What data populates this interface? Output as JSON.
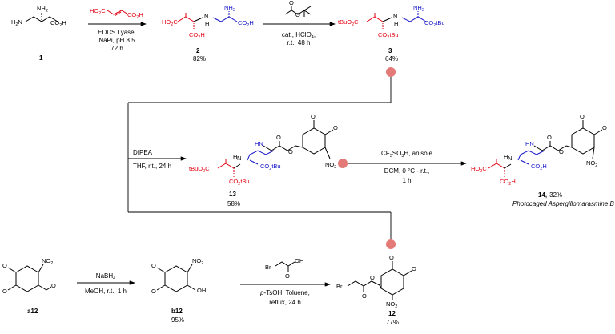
{
  "colors": {
    "red_fragment": "#e2000f",
    "blue_fragment": "#1515c8",
    "node": "#e47a78",
    "line": "#000000"
  },
  "compounds": {
    "c1": {
      "label": "1",
      "yield": ""
    },
    "c2": {
      "label": "2",
      "yield": "82%"
    },
    "c3": {
      "label": "3",
      "yield": "64%"
    },
    "c13": {
      "label": "13",
      "yield": "58%"
    },
    "c14": {
      "label": "14,",
      "yield": "32%",
      "name": "Photocaged Aspergillomarasmine  B"
    },
    "a12": {
      "label": "a12",
      "yield": ""
    },
    "b12": {
      "label": "b12",
      "yield": "95%"
    },
    "c12": {
      "label": "12",
      "yield": "77%"
    }
  },
  "conditions": {
    "step1": {
      "line1": "EDDS Lyase,",
      "line2": "NaPi, pH 8.5",
      "line3": "72 h"
    },
    "step2": {
      "line1": "cat., HClO",
      "line1_sub": "4",
      "line1_end": ",",
      "line2": "r.t., 48 h"
    },
    "step3": {
      "line1": "DIPEA",
      "line2": "THF, r.t., 24 h"
    },
    "step4": {
      "line1a": "CF",
      "line1b": "3",
      "line1c": "SO",
      "line1d": "3",
      "line1e": "H, anisole",
      "line2": "DCM, 0 °C - r.t.,",
      "line3": "1 h"
    },
    "step5": {
      "line1a": "NaBH",
      "line1b": "4",
      "line2": "MeOH, r.t., 1 h"
    },
    "step6": {
      "line1a": "p",
      "line1b": "-TsOH, Toluene,",
      "line2": "reflux, 24 h"
    }
  },
  "atoms": {
    "NH2": "NH",
    "two": "2",
    "H2N": "H",
    "H2N_2": "2",
    "H2N_N": "N",
    "CO2H": "CO",
    "CO2H_2": "2",
    "CO2H_H": "H",
    "HO2C": "HO",
    "HO2C_2": "2",
    "HO2C_C": "C",
    "N_H": "N",
    "H": "H",
    "tBuO2C": "tBuO",
    "tBuO2C_2": "2",
    "tBuO2C_C": "C",
    "CO2tBu": "CO",
    "CO2tBu_2": "2",
    "CO2tBu_t": "tBu",
    "NO2": "NO",
    "NO2_2": "2",
    "OH": "OH",
    "Br": "Br",
    "O": "O",
    "HN": "HN"
  }
}
